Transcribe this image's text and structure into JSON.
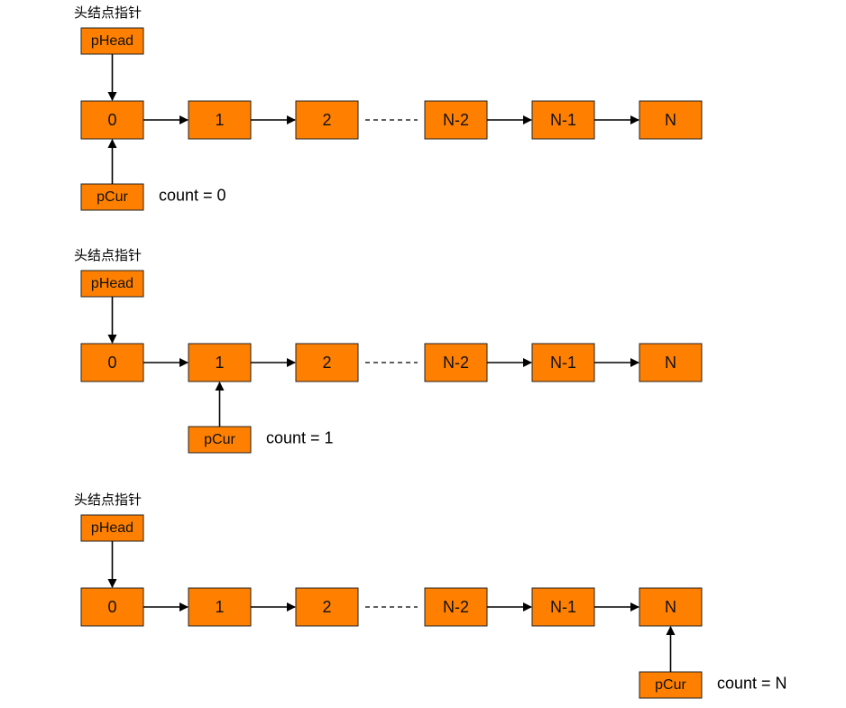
{
  "colors": {
    "node_fill": "#FF8000",
    "node_stroke": "#222222",
    "arrow": "#000000",
    "background": "#ffffff"
  },
  "panels": [
    {
      "head_caption": "头结点指针",
      "head_pointer": "pHead",
      "nodes": [
        "0",
        "1",
        "2",
        "N-2",
        "N-1",
        "N"
      ],
      "current_pointer": "pCur",
      "current_index": 0,
      "count_label": "count = 0"
    },
    {
      "head_caption": "头结点指针",
      "head_pointer": "pHead",
      "nodes": [
        "0",
        "1",
        "2",
        "N-2",
        "N-1",
        "N"
      ],
      "current_pointer": "pCur",
      "current_index": 1,
      "count_label": "count = 1"
    },
    {
      "head_caption": "头结点指针",
      "head_pointer": "pHead",
      "nodes": [
        "0",
        "1",
        "2",
        "N-2",
        "N-1",
        "N"
      ],
      "current_pointer": "pCur",
      "current_index": 5,
      "count_label": "count = N"
    }
  ]
}
